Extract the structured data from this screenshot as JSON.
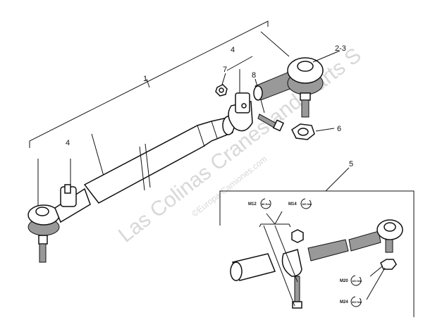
{
  "callouts": {
    "c1": "1",
    "c23": "2-3",
    "c4a": "4",
    "c4b": "4",
    "c5": "5",
    "c6": "6",
    "c7": "7",
    "c8": "8"
  },
  "torque": [
    {
      "thread": "M12",
      "value": "86 Nm"
    },
    {
      "thread": "M14",
      "value": "180 Nm"
    },
    {
      "thread": "M20",
      "value": "160 Nm"
    },
    {
      "thread": "M24",
      "value": "300 Nm"
    }
  ],
  "watermark": {
    "main": "Las Colinas Cranes and Parts S",
    "sub": "©Europa-Camiones.com"
  }
}
